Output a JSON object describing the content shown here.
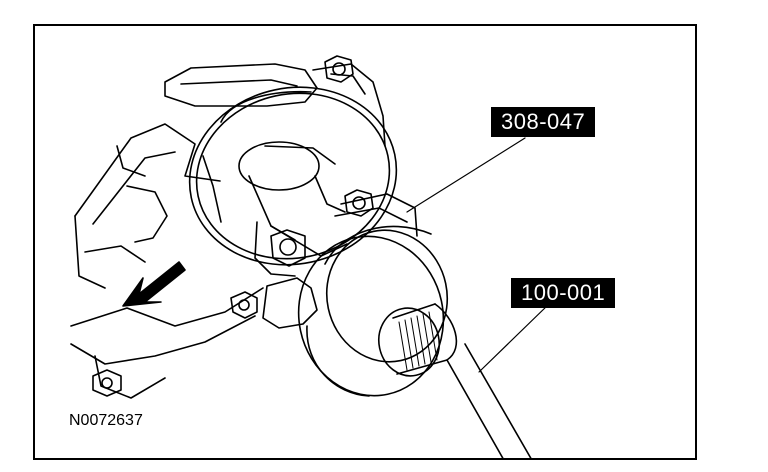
{
  "callouts": {
    "tool_1": "308-047",
    "tool_2": "100-001"
  },
  "figure_id": "N0072637",
  "colors": {
    "ink": "#000000",
    "paper": "#ffffff"
  }
}
